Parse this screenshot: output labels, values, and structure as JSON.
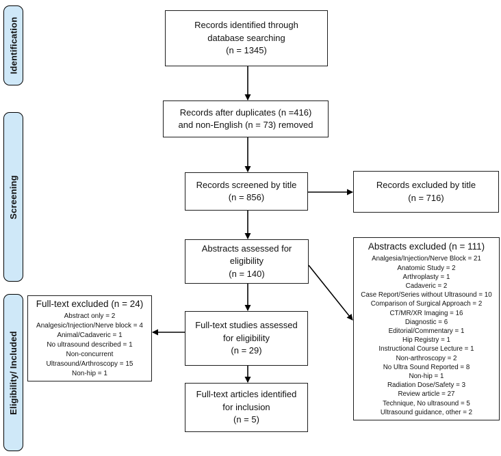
{
  "stages": [
    {
      "label": "Identification"
    },
    {
      "label": "Screening"
    },
    {
      "label": "Eligibility/ Included"
    }
  ],
  "flow": {
    "records_identified": {
      "text": "Records identified through\ndatabase searching\n(n = 1345)"
    },
    "records_duplicates": {
      "text": "Records after duplicates (n =416)\nand non-English (n = 73) removed"
    },
    "records_screened": {
      "text": "Records screened by title\n(n = 856)"
    },
    "records_excluded": {
      "text": "Records excluded by title\n(n = 716)"
    },
    "abstracts_assessed": {
      "text": "Abstracts assessed for\neligibility\n(n = 140)"
    },
    "abstracts_excluded": {
      "title": "Abstracts excluded (n = 111)",
      "items": [
        "Analgesia/Injection/Nerve Block = 21",
        "Anatomic Study = 2",
        "Arthroplasty = 1",
        "Cadaveric = 2",
        "Case Report/Series without Ultrasound = 10",
        "Comparison of Surgical Approach = 2",
        "CT/MR/XR Imaging = 16",
        "Diagnostic = 6",
        "Editorial/Commentary = 1",
        "Hip Registry = 1",
        "Instructional Course Lecture = 1",
        "Non-arthroscopy = 2",
        "No Ultra Sound Reported = 8",
        "Non-hip = 1",
        "Radiation Dose/Safety = 3",
        "Review article = 27",
        "Technique, No ultrasound = 5",
        "Ultrasound guidance, other = 2"
      ]
    },
    "fulltext_excluded": {
      "title": "Full-text excluded (n = 24)",
      "items": [
        "Abstract only = 2",
        "Analgesic/Injection/Nerve block = 4",
        "Animal/Cadaveric = 1",
        "No ultrasound described = 1",
        "Non-concurrent",
        "Ultrasound/Arthroscopy = 15",
        "Non-hip = 1"
      ]
    },
    "fulltext_assessed": {
      "text": "Full-text studies assessed\nfor eligibility\n(n = 29)"
    },
    "fulltext_included": {
      "text": "Full-text articles identified\nfor inclusion\n(n = 5)"
    }
  },
  "colors": {
    "stage_fill": "#cfe8f8",
    "box_border": "#1c1c1c",
    "arrow": "#000000"
  }
}
